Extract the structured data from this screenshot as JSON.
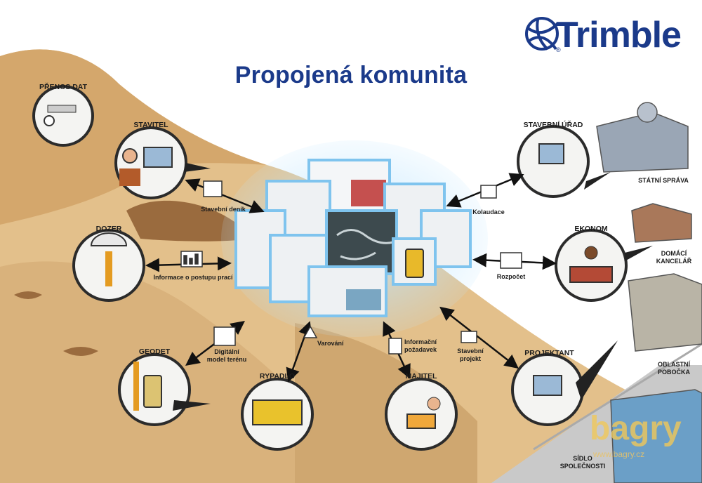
{
  "title": "Propojená komunita",
  "logo": {
    "text": "Trimble",
    "mark": "®",
    "icon": "trimble-globe-icon"
  },
  "nodes": {
    "prenos_dat": "PŘENOS DAT",
    "stavitel": "STAVITEL",
    "dozer": "DOZER",
    "geodet": "GEODET",
    "rypadlo": "RYPADLO",
    "majitel": "MAJITEL",
    "projektant": "PROJEKTANT",
    "stavebni_urad": "STAVEBNÍ ÚŘAD",
    "ekonom": "EKONOM"
  },
  "places": {
    "statni_sprava": "STÁTNÍ SPRÁVA",
    "domaci_kancelar_1": "DOMÁCÍ",
    "domaci_kancelar_2": "KANCELÁŘ",
    "oblastni_pobocka_1": "OBLASTNÍ",
    "oblastni_pobocka_2": "POBOČKA",
    "sidlo_1": "SÍDLO",
    "sidlo_2": "SPOLEČNOSTI"
  },
  "flows": {
    "stavebni_denik": "Stavební deník",
    "informace_o_postupu": "Informace o postupu prací",
    "digitalni_1": "Digitální",
    "digitalni_2": "model terénu",
    "varovani": "Varování",
    "informacni_1": "Informační",
    "informacni_2": "požadavek",
    "stavebni_projekt_1": "Stavební",
    "stavebni_projekt_2": "projekt",
    "kolaudace": "Kolaudace",
    "rozpocet": "Rozpočet"
  },
  "watermark": {
    "text": "bagry",
    "url": "www.bagry.cz"
  },
  "colors": {
    "brand": "#1b3a8a",
    "sand": "#d9b27c",
    "sand_dark": "#c49a62",
    "glow": "#7fc4ee",
    "machine": "#e9c22c"
  }
}
